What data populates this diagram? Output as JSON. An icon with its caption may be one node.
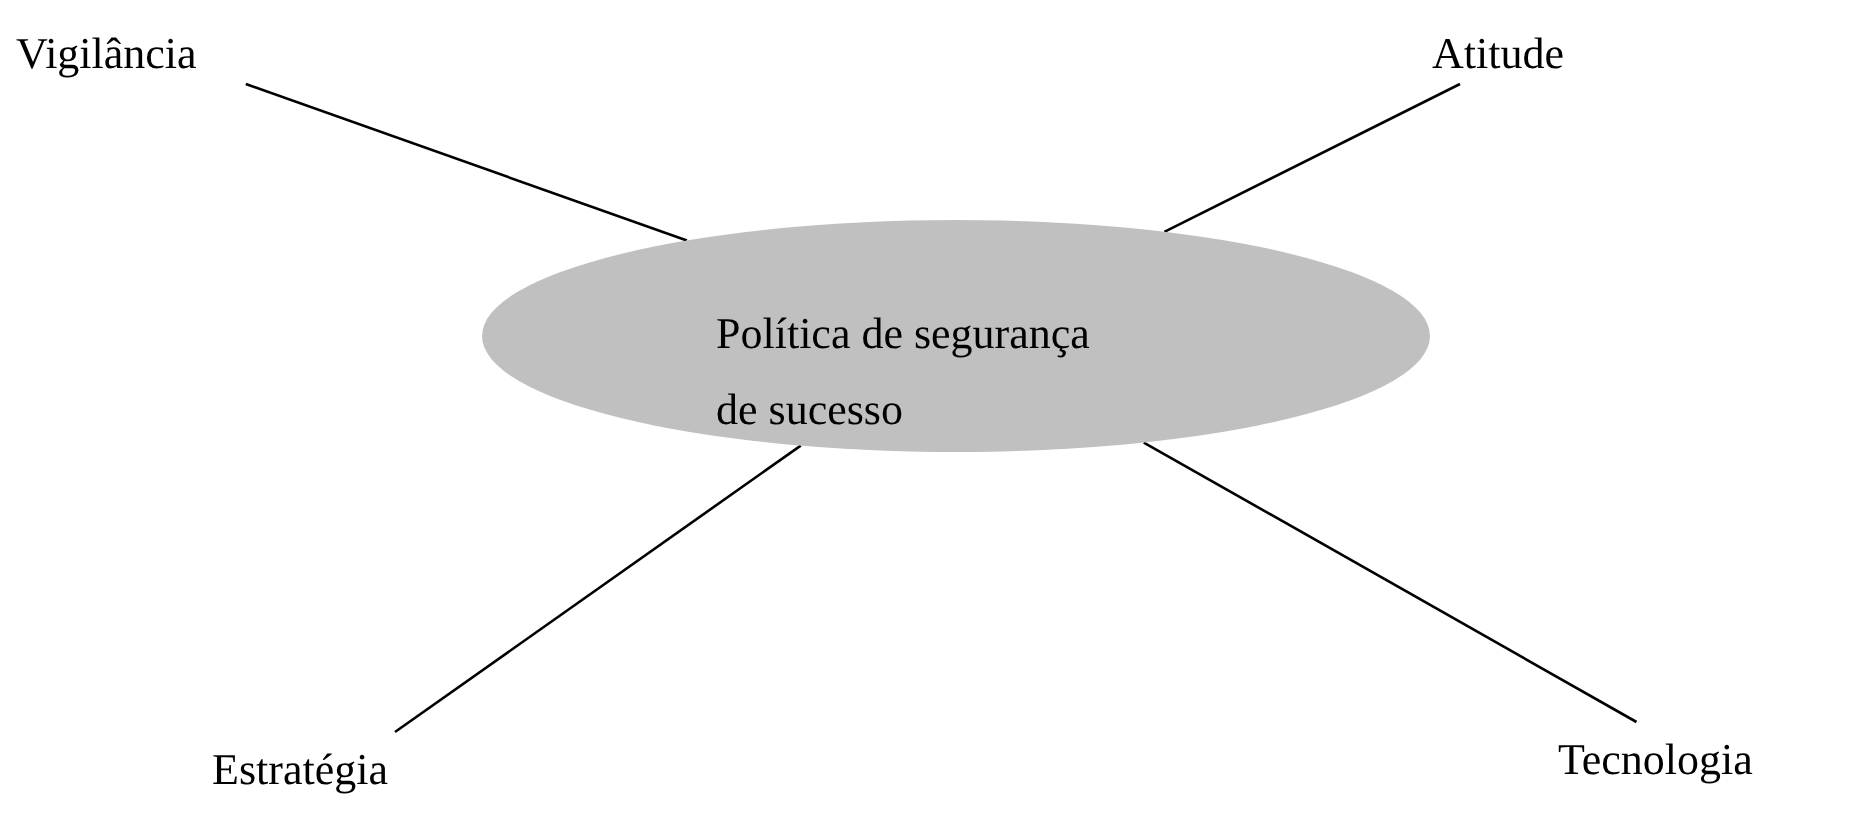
{
  "diagram": {
    "nodes": [
      {
        "text": [
          "Política de segurança de sucesso"
        ]
      },
      {
        "text": [
          "Vigilância"
        ]
      },
      {
        "text": [
          "Atitude"
        ]
      },
      {
        "text": [
          "Estratégia"
        ]
      },
      {
        "text": [
          "Tecnologia"
        ]
      }
    ],
    "edges": [
      {
        "from": 0,
        "to": 1,
        "arrow": "none"
      },
      {
        "from": 0,
        "to": 2,
        "arrow": "none"
      },
      {
        "from": 0,
        "to": 3,
        "arrow": "none"
      },
      {
        "from": 0,
        "to": 4,
        "arrow": "none"
      }
    ]
  }
}
